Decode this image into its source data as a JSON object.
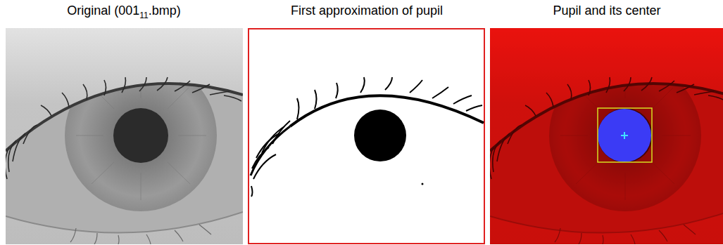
{
  "diagram": {
    "labels": [
      "Original (001",
      "11",
      ".bmp)",
      "First approximation of pupil",
      "Pupil and its center"
    ]
  }
}
